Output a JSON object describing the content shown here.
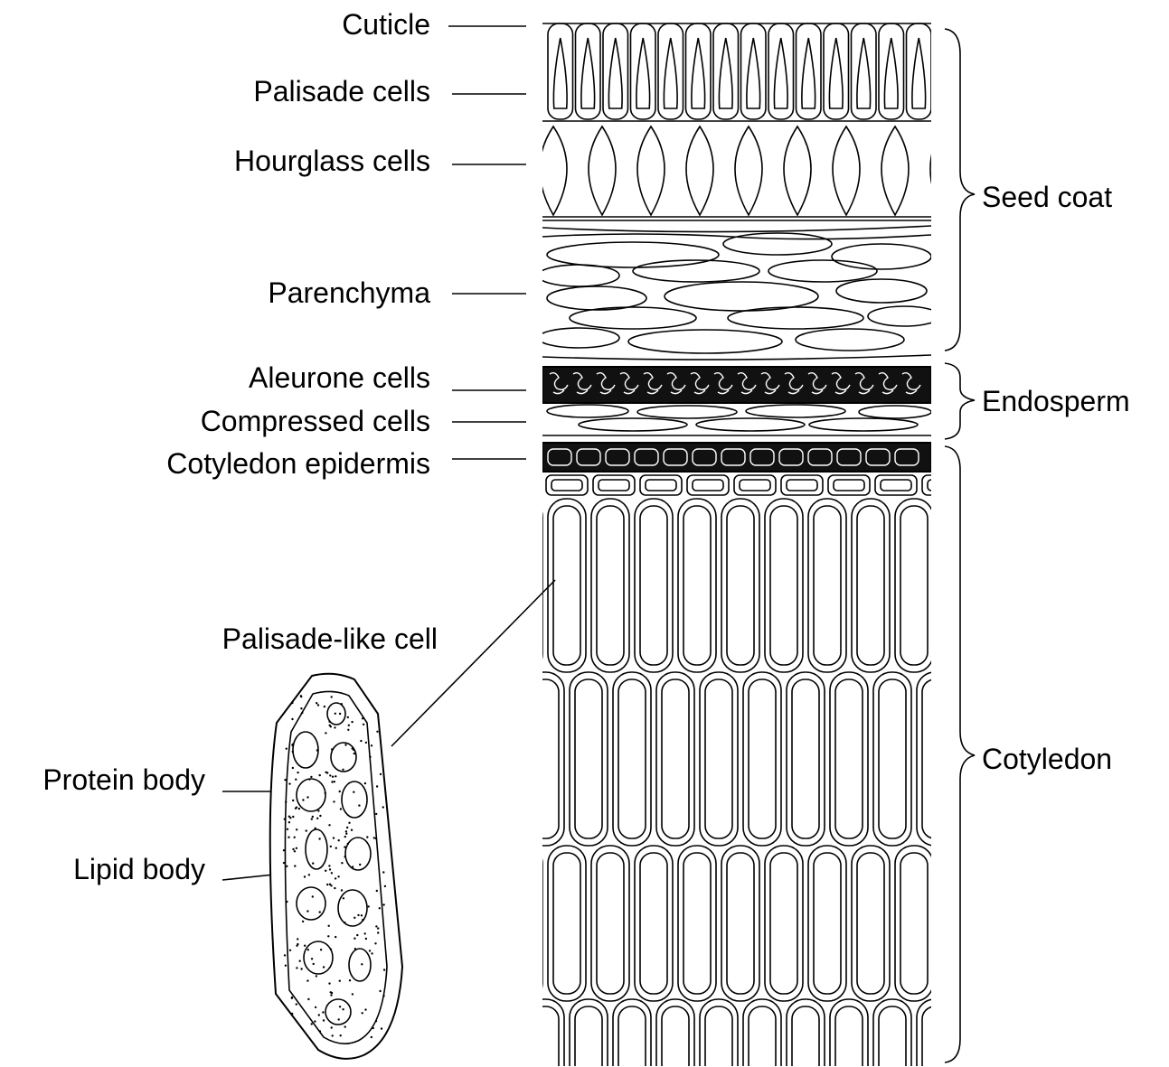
{
  "labels": {
    "cuticle": "Cuticle",
    "palisade_cells": "Palisade cells",
    "hourglass_cells": "Hourglass cells",
    "parenchyma": "Parenchyma",
    "aleurone_cells": "Aleurone cells",
    "compressed_cells": "Compressed cells",
    "cotyledon_epidermis": "Cotyledon epidermis",
    "palisade_like_cell": "Palisade-like cell",
    "protein_body": "Protein body",
    "lipid_body": "Lipid body"
  },
  "regions": {
    "seed_coat": "Seed coat",
    "endosperm": "Endosperm",
    "cotyledon": "Cotyledon"
  },
  "colors": {
    "ink": "#000000",
    "background": "#ffffff"
  }
}
